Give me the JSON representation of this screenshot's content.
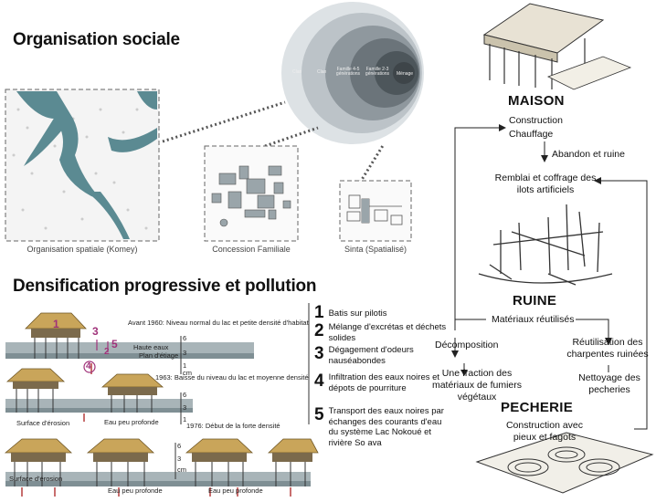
{
  "social": {
    "title": "Organisation sociale",
    "circle_labels": [
      "Clan",
      "Clan",
      "Famille 4-5 générations",
      "Famille 2-3 générations",
      "Ménage"
    ],
    "captions": [
      "Organisation spatiale (Komey)",
      "Concession Familiale",
      "Sinta (Spatialisé)"
    ]
  },
  "density": {
    "title": "Densification progressive et pollution",
    "stages": [
      "Avant 1960: Niveau normal du lac et petite densité d'habitat",
      "1963: Baisse du niveau du lac et moyenne densité",
      "1976: Début de la forte densité"
    ],
    "annotations": {
      "haute_eaux": "Haute eaux",
      "plan_etiage": "Plan d'étiage",
      "surface_erosion": "Surface d'érosion",
      "eau_peu_profonde": "Eau peu profonde",
      "eau_profonde": "Eau peu profonde",
      "cm": "cm",
      "scale": [
        "6",
        "3",
        "1"
      ],
      "markers": [
        "1",
        "3",
        "5",
        "4",
        "2"
      ]
    },
    "legend": [
      {
        "num": "1",
        "text": "Batis sur pilotis"
      },
      {
        "num": "2",
        "text": "Mélange d'excrétas et déchets solides"
      },
      {
        "num": "3",
        "text": "Dégagement d'odeurs nauséabondes"
      },
      {
        "num": "4",
        "text": "Infiltration des eaux noires et dépots de pourriture"
      },
      {
        "num": "5",
        "text": "Transport des eaux noires par échanges des courants d'eau du système Lac Nokoué et rivière So ava"
      }
    ]
  },
  "cycle": {
    "maison": "MAISON",
    "construction": "Construction",
    "chauffage": "Chauffage",
    "abandon": "Abandon et ruine",
    "remblai": "Remblai et coffrage des ilots artificiels",
    "ruine": "RUINE",
    "materiaux": "Matériaux réutilisés",
    "decomposition": "Décomposition",
    "fraction": "Une fraction des matériaux de fumiers végétaux",
    "reutilisation": "Réutilisation des charpentes ruinées",
    "nettoyage": "Nettoyage des pecheries",
    "pecherie": "PECHERIE",
    "construction_avec": "Construction avec pieux et fagots"
  },
  "colors": {
    "teal": "#5b8a92",
    "circle_dark": "#3e4549",
    "circle_light": "#dde2e5",
    "magenta": "#a0327a",
    "red": "#b03030"
  }
}
